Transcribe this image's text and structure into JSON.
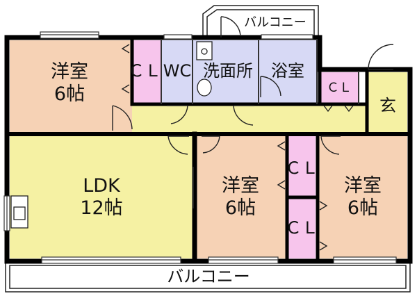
{
  "rooms": {
    "western_room_1": {
      "name": "洋室",
      "size": "6帖",
      "color": "#f6d2b5"
    },
    "ldk": {
      "name": "LDK",
      "size": "12帖",
      "color": "#f5f1a3"
    },
    "western_room_2": {
      "name": "洋室",
      "size": "6帖",
      "color": "#f6d2b5"
    },
    "western_room_3": {
      "name": "洋室",
      "size": "6帖",
      "color": "#f6d2b5"
    },
    "closet_top": {
      "name": "ＣＬ",
      "color": "#f7c5ec"
    },
    "toilet": {
      "name": "WC",
      "color": "#d7d9f5"
    },
    "washroom": {
      "name": "洗面所",
      "color": "#d7d9f5"
    },
    "bathroom": {
      "name": "浴室",
      "color": "#d7d9f5"
    },
    "closet_entry": {
      "name": "ＣＬ",
      "color": "#f7c5ec"
    },
    "entrance": {
      "name": "玄",
      "color": "#f5f1a3"
    },
    "closet_mid_1": {
      "name": "ＣＬ",
      "color": "#f7c5ec"
    },
    "closet_mid_2": {
      "name": "ＣＬ",
      "color": "#f7c5ec"
    },
    "hallway": {
      "color": "#f5f1a3"
    }
  },
  "balcony_top": {
    "name": "バルコニー"
  },
  "balcony_bottom": {
    "name": "バルコニー"
  },
  "colors": {
    "wall": "#000000",
    "line": "#222222",
    "background": "#ffffff"
  }
}
